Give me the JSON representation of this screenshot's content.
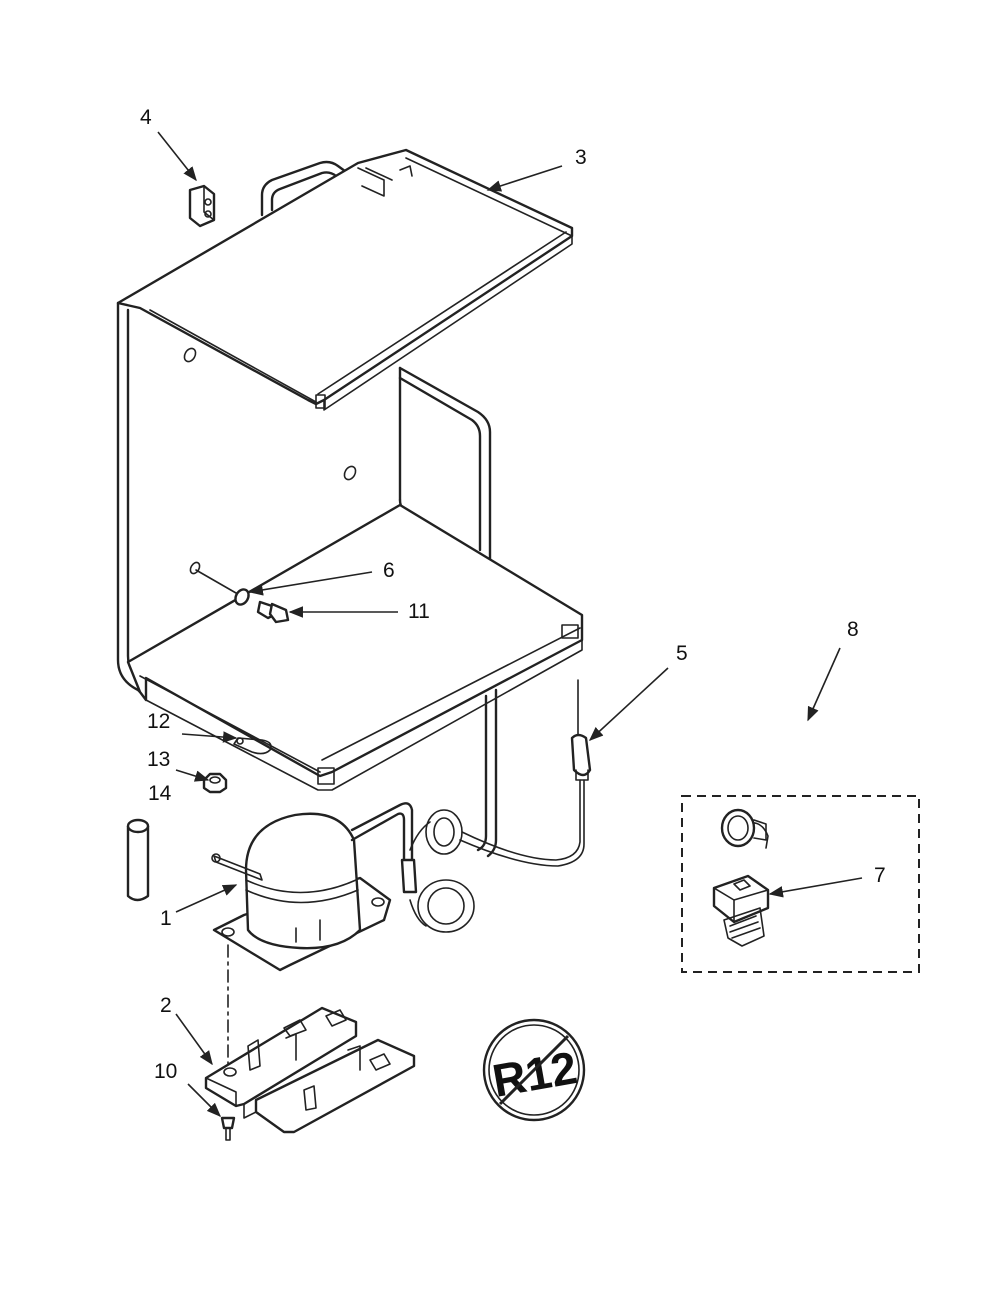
{
  "callouts": {
    "c1": "1",
    "c2": "2",
    "c3": "3",
    "c4": "4",
    "c5": "5",
    "c6": "6",
    "c7": "7",
    "c8": "8",
    "c10": "10",
    "c11": "11",
    "c12": "12",
    "c13": "13",
    "c14": "14"
  },
  "r12_mark": "R12",
  "colors": {
    "line": "#222222",
    "background": "#ffffff"
  }
}
